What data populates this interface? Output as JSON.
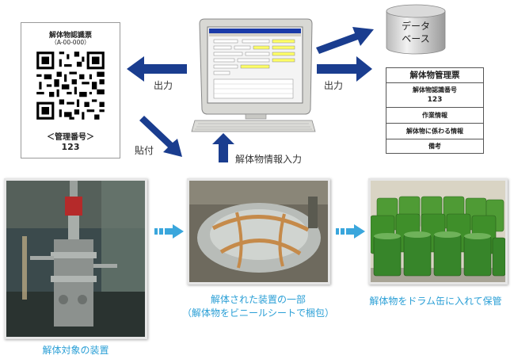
{
  "label": {
    "title": "解体物認識票",
    "code": "（A-00-000）",
    "mgmt_label": "＜管理番号＞",
    "number": "123"
  },
  "arrows": {
    "output_left": "出力",
    "output_right": "出力",
    "attach": "貼付",
    "input": "解体物情報入力"
  },
  "database": {
    "line1": "データ",
    "line2": "ベース"
  },
  "sheet": {
    "title": "解体物管理票",
    "id_label": "解体物認識番号",
    "id_value": "123",
    "work_info": "作業情報",
    "related_info": "解体物に係わる情報",
    "remarks": "備考"
  },
  "captions": {
    "target": "解体対象の装置",
    "part_line1": "解体された装置の一部",
    "part_line2": "（解体物をビニールシートで梱包）",
    "storage": "解体物をドラム缶に入れて保管"
  },
  "colors": {
    "arrow_dark_blue": "#1a3d8f",
    "arrow_light_blue": "#3aa6dc",
    "caption_blue": "#2a9fd6",
    "drum_green": "#3f8f2a"
  }
}
